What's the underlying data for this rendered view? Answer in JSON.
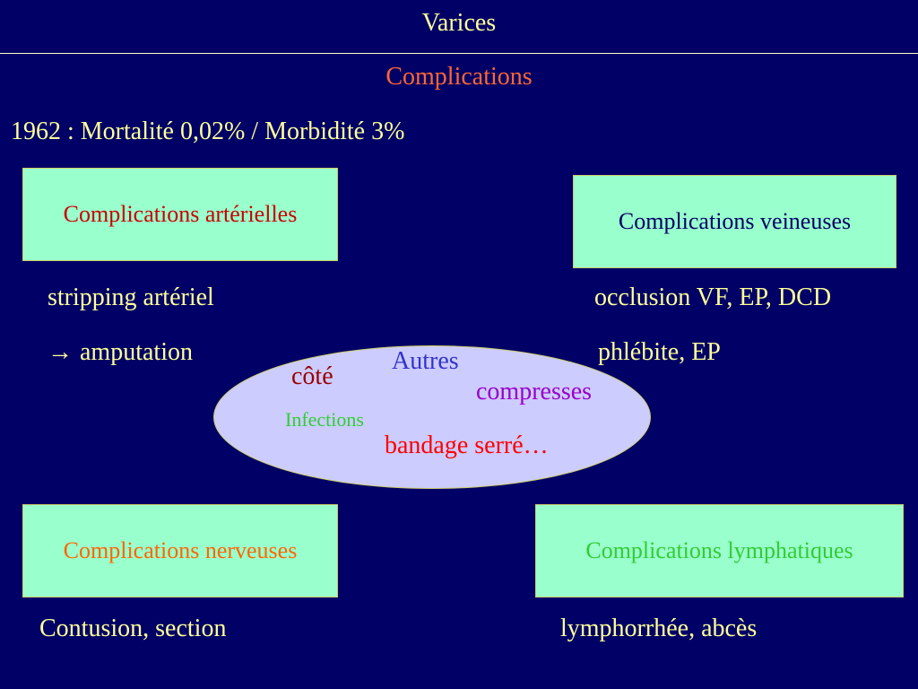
{
  "slide": {
    "title": "Varices",
    "subtitle": "Complications",
    "statistic": "1962 : Mortalité 0,02% / Morbidité 3%"
  },
  "categories": {
    "arterial": {
      "label": "Complications artérielles",
      "items": [
        "stripping artériel",
        "amputation"
      ]
    },
    "venous": {
      "label": "Complications veineuses",
      "items": [
        "occlusion VF, EP, DCD",
        "phlébite, EP"
      ]
    },
    "nervous": {
      "label": "Complications nerveuses",
      "items": [
        "Contusion, section"
      ]
    },
    "lymphatic": {
      "label": "Complications lymphatiques",
      "items": [
        "lymphorrhée, abcès"
      ]
    }
  },
  "others": {
    "label": "Autres",
    "items": [
      "côté",
      "compresses",
      "Infections",
      "bandage serré…"
    ]
  },
  "icons": {
    "arrow": "→"
  },
  "colors": {
    "background": "#000066",
    "text": "#ffff99",
    "box_fill": "#99ffcc",
    "ellipse_fill": "#ccccff"
  }
}
